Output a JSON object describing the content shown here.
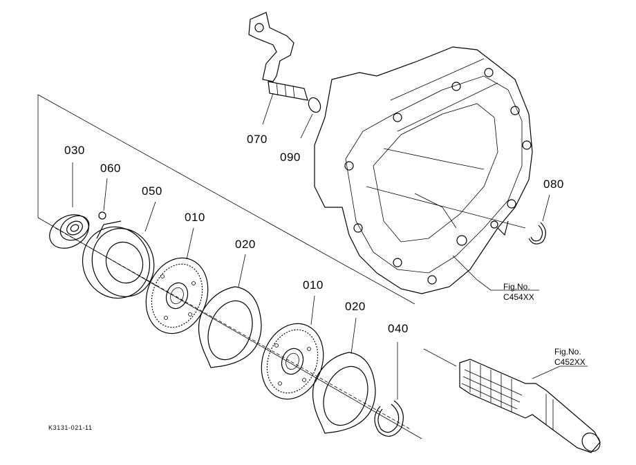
{
  "drawing_code": "K3131-021-11",
  "parts": [
    {
      "id": "p070",
      "label": "070"
    },
    {
      "id": "p090",
      "label": "090"
    },
    {
      "id": "p030",
      "label": "030"
    },
    {
      "id": "p060",
      "label": "060"
    },
    {
      "id": "p050",
      "label": "050"
    },
    {
      "id": "p010a",
      "label": "010"
    },
    {
      "id": "p020a",
      "label": "020"
    },
    {
      "id": "p010b",
      "label": "010"
    },
    {
      "id": "p020b",
      "label": "020"
    },
    {
      "id": "p040",
      "label": "040"
    },
    {
      "id": "p080",
      "label": "080"
    }
  ],
  "figure_refs": [
    {
      "line1": "Fig.No.",
      "line2": "C454XX"
    },
    {
      "line1": "Fig.No.",
      "line2": "C452XX"
    }
  ]
}
